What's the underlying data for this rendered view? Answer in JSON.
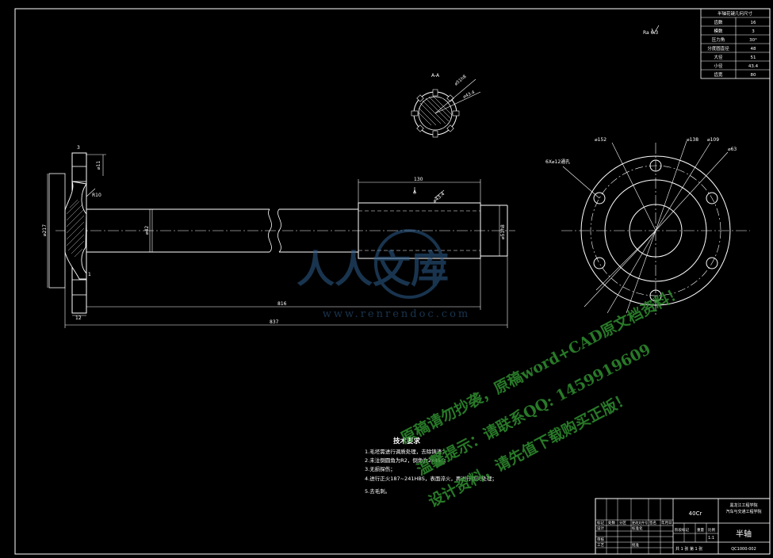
{
  "spline_table": {
    "title": "半轴花键几何尺寸",
    "rows": [
      {
        "param": "齿数",
        "value": "16"
      },
      {
        "param": "模数",
        "value": "3"
      },
      {
        "param": "压力角",
        "value": "30°"
      },
      {
        "param": "分度圆直径",
        "value": "48"
      },
      {
        "param": "大径",
        "value": "51"
      },
      {
        "param": "小径",
        "value": "43.4"
      },
      {
        "param": "齿宽",
        "value": "80"
      }
    ]
  },
  "roughness_note": "Ra 6.3",
  "section": {
    "label": "A-A",
    "dim_outer": "⌀51h8",
    "dim_inner": "⌀43.4"
  },
  "front_view": {
    "dims": {
      "flange_thick": "3",
      "bolt_hole": "⌀11",
      "radius": "R10",
      "flange_dia": "⌀217",
      "shaft_dia": "⌀42",
      "spline_len": "130",
      "spline_dia": "⌀51h8",
      "spline_detail": "⌀43.4",
      "step_1": "1",
      "overall_inner": "816",
      "overall": "837",
      "flange_w": "12"
    },
    "section_mark": "A"
  },
  "side_view": {
    "dims": {
      "d1": "⌀152",
      "d2": "⌀138",
      "d3": "⌀109",
      "d4": "⌀63",
      "holes": "6X⌀12通孔"
    }
  },
  "tech_requirements": {
    "title": "技术要求",
    "items": [
      "1.毛坯需进行调质处理，去除铸渣；",
      "2.未注倒圆角为R2，倒角为2x45°；",
      "3.无损探伤；",
      "4.进行正火187~241HBS，表面淬火，再进行回火处理；",
      "5.去毛刺。"
    ]
  },
  "title_block": {
    "material": "40Cr",
    "school_line1": "黑龙江工程学院",
    "school_line2": "汽车与交通工程学院",
    "part_name": "半轴",
    "drawing_no": "QC1000-002",
    "scale": "1:1",
    "sheet": "共 1 张  第 1 张",
    "row_labels": [
      "标记",
      "处数",
      "分区",
      "更改文件号",
      "签名",
      "年月日"
    ],
    "left_labels": [
      "设计",
      "审核",
      "工艺",
      "标准化",
      "批准"
    ],
    "stage_label": "阶段标记",
    "weight_label": "重量",
    "scale_label": "比例"
  },
  "watermarks": {
    "logo_text": "人人文库",
    "url": "www.renrendoc.com",
    "notice1": "原稿请勿抄袭，原稿word+CAD原文档资料！",
    "notice2": "温馨提示：请联系QQ: 1459919609",
    "notice3": "设计资料，请先值下载购买正版！"
  }
}
